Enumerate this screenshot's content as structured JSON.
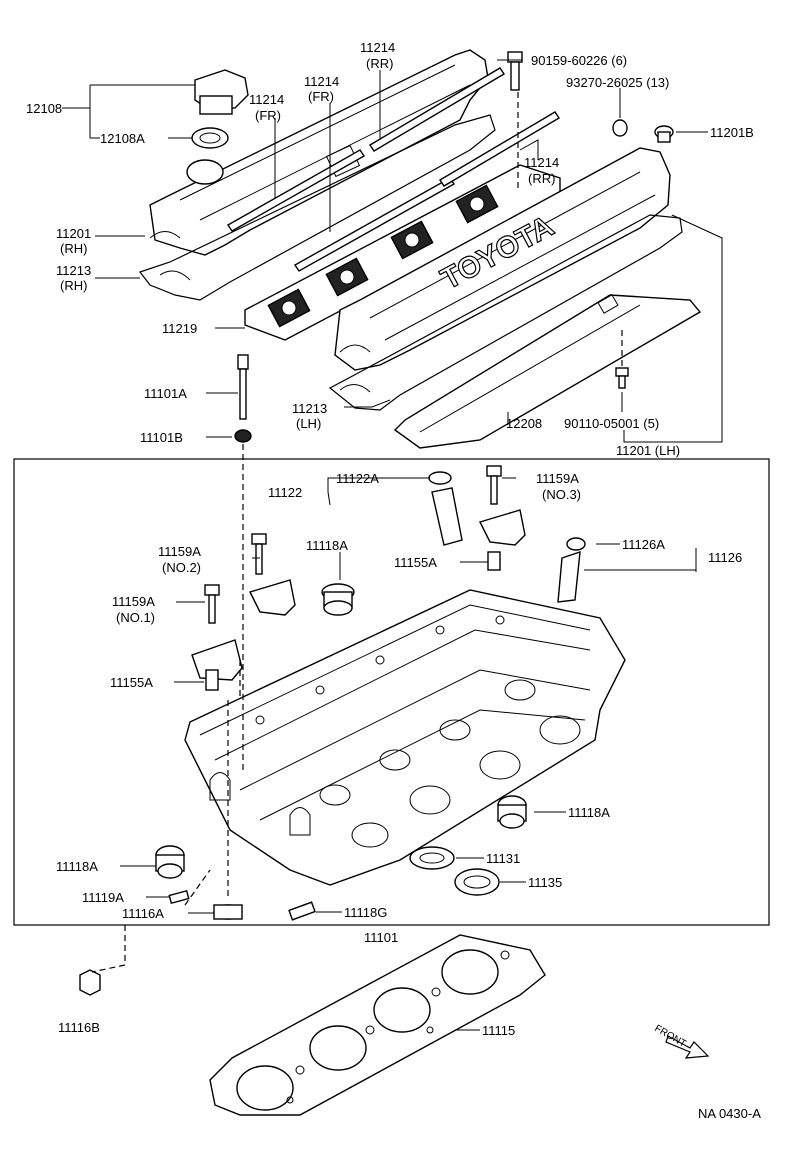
{
  "diagram": {
    "figure_code": "NA 0430-A",
    "front_label": "FRONT",
    "logo_text": "TOYOTA",
    "labels": {
      "p12108": "12108",
      "p12108A": "12108A",
      "p11214_rr_top": "11214",
      "p11214_rr_top_sub": "(RR)",
      "p11214_fr_1": "11214",
      "p11214_fr_1_sub": "(FR)",
      "p11214_fr_2": "11214",
      "p11214_fr_2_sub": "(FR)",
      "p11214_rr_2": "11214",
      "p11214_rr_2_sub": "(RR)",
      "p90159": "90159-60226 (6)",
      "p93270": "93270-26025 (13)",
      "p11201B": "11201B",
      "p11201_rh": "11201",
      "p11201_rh_sub": "(RH)",
      "p11213_rh": "11213",
      "p11213_rh_sub": "(RH)",
      "p11219": "11219",
      "p11101A": "11101A",
      "p11101B": "11101B",
      "p11213_lh": "11213",
      "p11213_lh_sub": "(LH)",
      "p12208": "12208",
      "p90110": "90110-05001 (5)",
      "p11201_lh": "11201 (LH)",
      "p11122": "11122",
      "p11122A": "11122A",
      "p11159A_3": "11159A",
      "p11159A_3_sub": "(NO.3)",
      "p11159A_2": "11159A",
      "p11159A_2_sub": "(NO.2)",
      "p11118A_top": "11118A",
      "p11155A_top": "11155A",
      "p11126A": "11126A",
      "p11126": "11126",
      "p11159A_1": "11159A",
      "p11159A_1_sub": "(NO.1)",
      "p11155A_left": "11155A",
      "p11118A_right": "11118A",
      "p11118A_left": "11118A",
      "p11131": "11131",
      "p11135": "11135",
      "p11119A": "11119A",
      "p11116A": "11116A",
      "p11118G": "11118G",
      "p11101": "11101",
      "p11116B": "11116B",
      "p11115": "11115"
    }
  }
}
